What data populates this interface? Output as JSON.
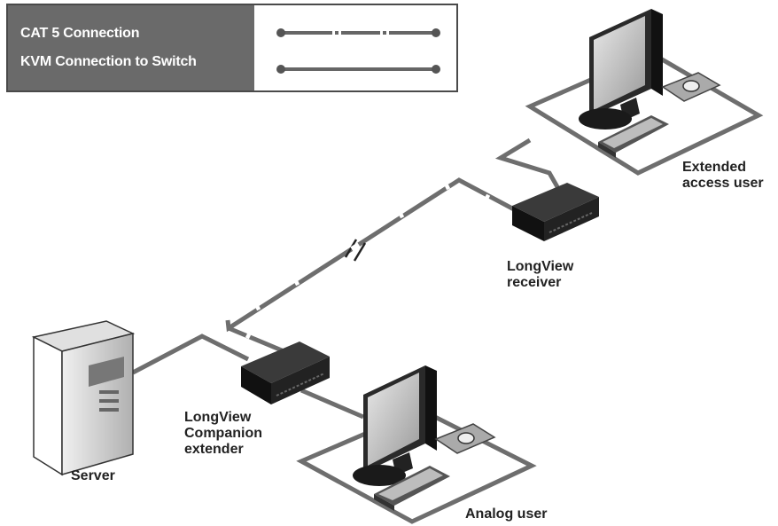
{
  "legend": {
    "cat5_label": "CAT 5 Connection",
    "kvm_label": "KVM Connection to Switch"
  },
  "labels": {
    "extended_user_1": "Extended",
    "extended_user_2": "access user",
    "receiver_1": "LongView",
    "receiver_2": "receiver",
    "companion_1": "LongView",
    "companion_2": "Companion",
    "companion_3": "extender",
    "server": "Server",
    "analog_user": "Analog user"
  },
  "icons": [
    "server-tower-icon",
    "monitor-icon",
    "keyboard-icon",
    "mouse-icon",
    "extender-box-icon"
  ],
  "colors": {
    "cable": "#6e6e6e",
    "legend_fill": "#6a6a6a",
    "device_dark": "#1c1c1c"
  }
}
